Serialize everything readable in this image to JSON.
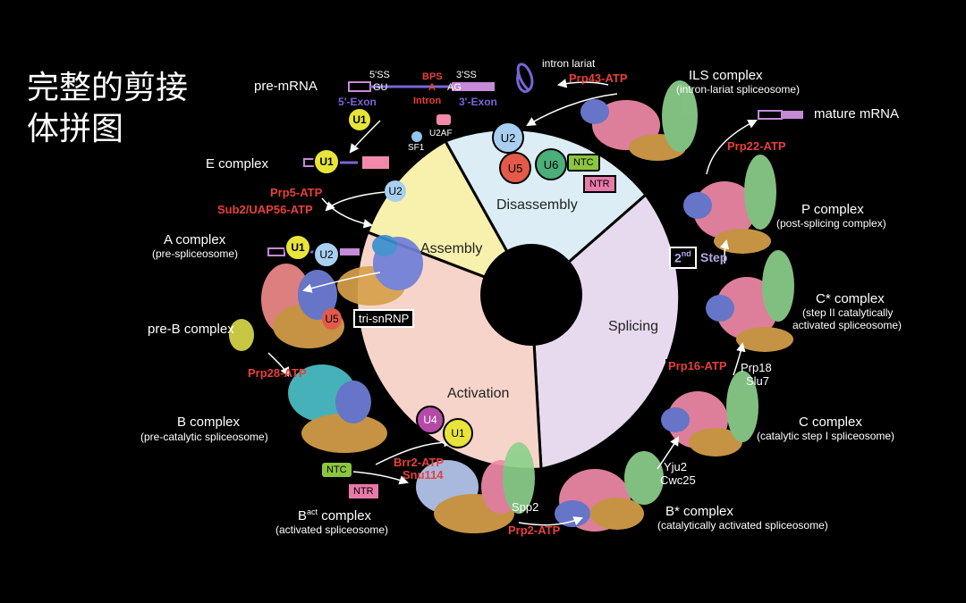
{
  "title_line1": "完整的剪接",
  "title_line2": "体拼图",
  "sectors": {
    "assembly": "Assembly",
    "disassembly": "Disassembly",
    "splicing": "Splicing",
    "activation": "Activation"
  },
  "sector_colors": {
    "assembly": "#f8f1ad",
    "disassembly": "#dcedf6",
    "splicing": "#e7daee",
    "activation": "#f6d4c9"
  },
  "premrna": {
    "label": "pre-mRNA",
    "ss5": "5'SS",
    "ss3": "3'SS",
    "gu": "GU",
    "ag": "AG",
    "bps": "BPS",
    "a": "A",
    "intron": "Intron",
    "exon5": "5'-Exon",
    "exon3": "3'-Exon"
  },
  "complexes": {
    "e": "E complex",
    "a": "A complex",
    "a_sub": "(pre-spliceosome)",
    "preb": "pre-B complex",
    "b": "B complex",
    "b_sub": "(pre-catalytic spliceosome)",
    "bact_main": "B",
    "bact_sup": "act",
    "bact_rest": " complex",
    "bact_sub": "(activated spliceosome)",
    "bstar": "B* complex",
    "bstar_sub": "(catalytically activated spliceosome)",
    "c": "C complex",
    "c_sub": "(catalytic step I spliceosome)",
    "cstar": "C* complex",
    "cstar_sub1": "(step II catalytically",
    "cstar_sub2": "activated spliceosome)",
    "p": "P complex",
    "p_sub": "(post-splicing complex)",
    "ils": "ILS complex",
    "ils_sub": "(intron-lariat spliceosome)"
  },
  "labels": {
    "intron_lariat": "intron lariat",
    "mature_mrna": "mature mRNA",
    "tri_snrnp": "tri-snRNP",
    "step_sup": "nd",
    "step_num": "2",
    "step_word": "Step",
    "prp18": "Prp18",
    "slu7": "Slu7",
    "yju2": "Yju2",
    "cwc25": "Cwc25",
    "spp2": "Spp2",
    "sf1": "SF1",
    "u2af": "U2AF"
  },
  "factors": {
    "prp5": "Prp5-ATP",
    "sub2": "Sub2/UAP56-ATP",
    "prp28": "Prp28-ATP",
    "brr2": "Brr2-ATP",
    "snu114": "Snu114",
    "prp2": "Prp2-ATP",
    "prp16": "Prp16-ATP",
    "prp22": "Prp22-ATP",
    "prp43": "Prp43-ATP"
  },
  "snrnps": {
    "u1": "U1",
    "u2": "U2",
    "u4": "U4",
    "u5": "U5",
    "u6": "U6",
    "ntc": "NTC",
    "ntr": "NTR"
  },
  "snrnp_colors": {
    "u1": "#e8e43a",
    "u2": "#a8cff0",
    "u4": "#b44aa6",
    "u5": "#e35a4a",
    "u6": "#4cae7a",
    "ntc": "#8cc63f",
    "ntr": "#e87aa8"
  },
  "arrow_color": "#ffffff"
}
